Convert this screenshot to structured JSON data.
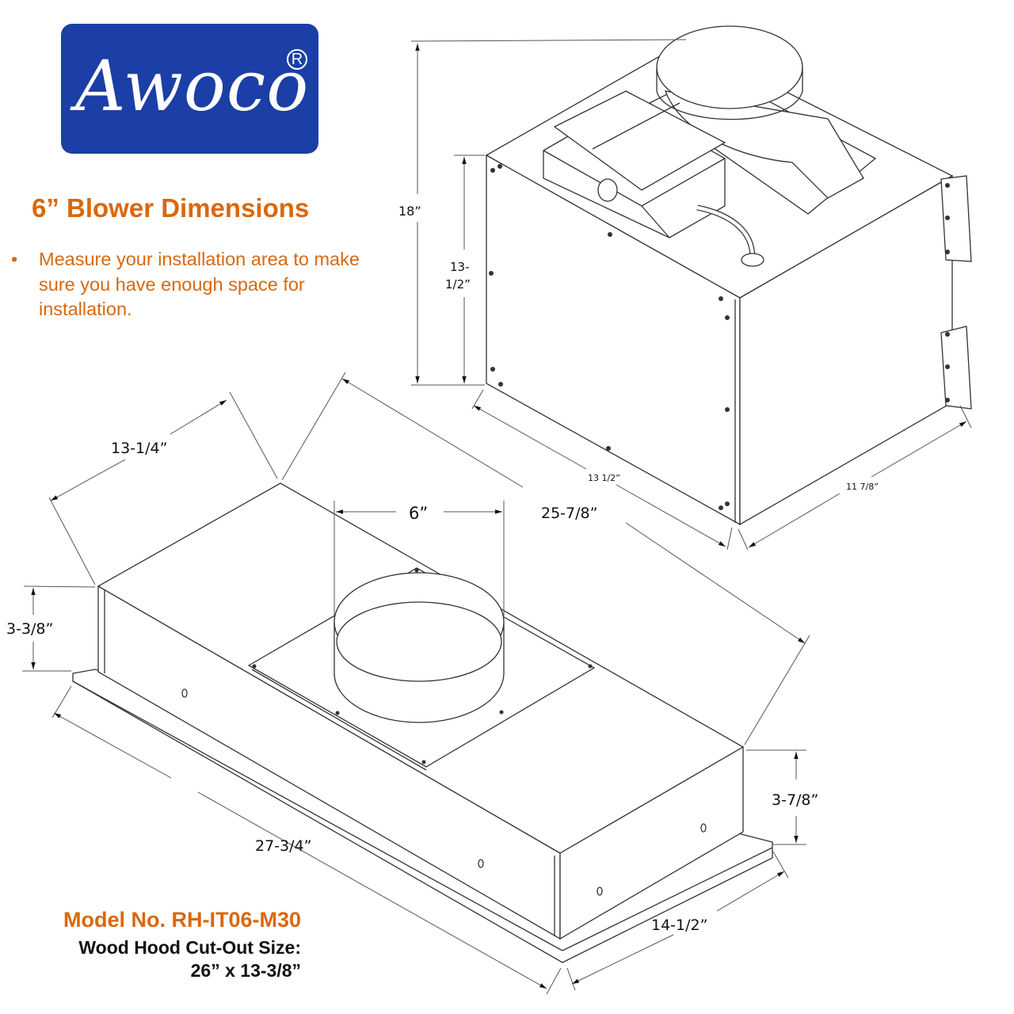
{
  "brand": {
    "logo_text": "Awoco",
    "registered_mark": "R",
    "logo_bg_color": "#1b3fa6"
  },
  "header": {
    "title": "6” Blower Dimensions",
    "accent_color": "#d9680e"
  },
  "notes": {
    "bullet_symbol": "•",
    "items": [
      "Measure your installation area to make sure you have enough space for installation."
    ]
  },
  "blower_drawing": {
    "name": "Blower unit (top-right isometric)",
    "dimensions": {
      "overall_height": "18”",
      "box_height": "13-1/2”",
      "width": "13 1/2”",
      "depth": "11 7/8”"
    }
  },
  "hood_insert_drawing": {
    "name": "Hood insert (bottom isometric)",
    "dimensions": {
      "depth_top": "13-1/4”",
      "duct_diameter": "6”",
      "length_top": "25-7/8”",
      "height_left": "3-3/8”",
      "height_right": "3-7/8”",
      "length_bottom": "27-3/4”",
      "depth_bottom": "14-1/2”"
    }
  },
  "footer": {
    "model_label": "Model No. RH-IT06-M30",
    "cutout_label": "Wood Hood Cut-Out Size:",
    "cutout_value": "26” x 13-3/8”"
  }
}
